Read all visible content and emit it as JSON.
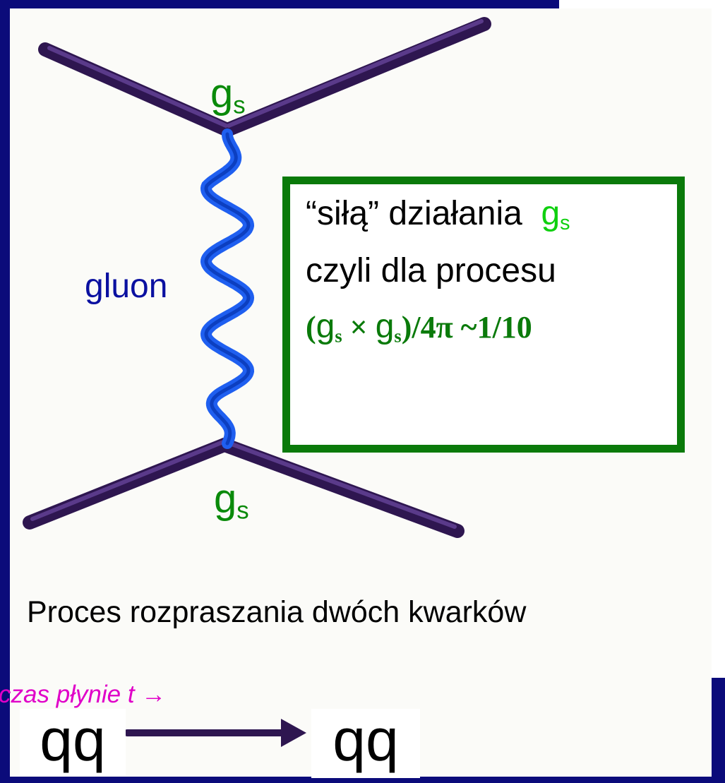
{
  "couplings": {
    "top": {
      "base": "g",
      "sub": "s"
    },
    "bottom": {
      "base": "g",
      "sub": "s"
    }
  },
  "gluon_label": "gluon",
  "info_box": {
    "line1_text": "“siłą” działania",
    "line1_symbol": {
      "base": "g",
      "sub": "s"
    },
    "line2": "czyli dla procesu",
    "line3": {
      "open": "(",
      "g1": "g",
      "s1": "s",
      "times": " ×  ",
      "g2": "g",
      "s2": "s",
      "close": ")/4π ~1/10"
    }
  },
  "caption": "Proces rozpraszania dwóch kwarków",
  "time_label": "czas płynie t →",
  "process": {
    "initial": "qq",
    "final": "qq"
  },
  "colors": {
    "frame": "#0b0b7a",
    "quark_line": "#3a1e5e",
    "gluon": "#1f5ff0",
    "coupling_text": "#0a8a0a",
    "coupling_highlight": "#10d010",
    "box_border": "#0a7a0a",
    "gluon_text": "#0a10a0",
    "time_text": "#e000c8"
  }
}
